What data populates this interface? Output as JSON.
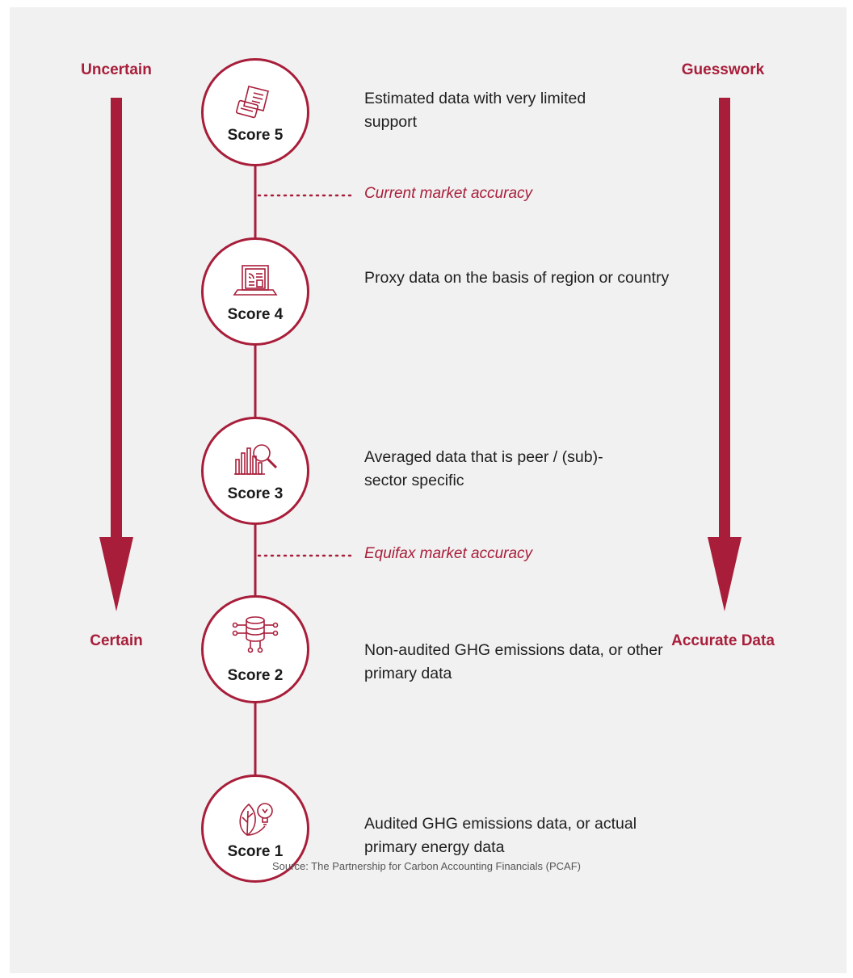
{
  "left_axis": {
    "top_label": "Uncertain",
    "bottom_label": "Certain"
  },
  "right_axis": {
    "top_label": "Guesswork",
    "bottom_label": "Accurate Data"
  },
  "scores": [
    {
      "label": "Score 5",
      "icon": "calculator-document-icon",
      "description": "Estimated data with very limited support"
    },
    {
      "label": "Score 4",
      "icon": "laptop-news-icon",
      "description": "Proxy data on the basis of region or country"
    },
    {
      "label": "Score 3",
      "icon": "bar-chart-magnifier-icon",
      "description": "Averaged data that is peer / (sub)-sector specific"
    },
    {
      "label": "Score 2",
      "icon": "database-network-icon",
      "description": "Non-audited GHG emissions data, or other primary data"
    },
    {
      "label": "Score 1",
      "icon": "leaf-lightbulb-icon",
      "description": "Audited GHG emissions data, or actual primary energy data"
    }
  ],
  "markers": {
    "current": "Current market accuracy",
    "equifax": "Equifax market accuracy"
  },
  "source": "Source: The Partnership for Carbon Accounting Financials (PCAF)",
  "colors": {
    "accent": "#a81e3a",
    "background": "#f1f1f1"
  }
}
